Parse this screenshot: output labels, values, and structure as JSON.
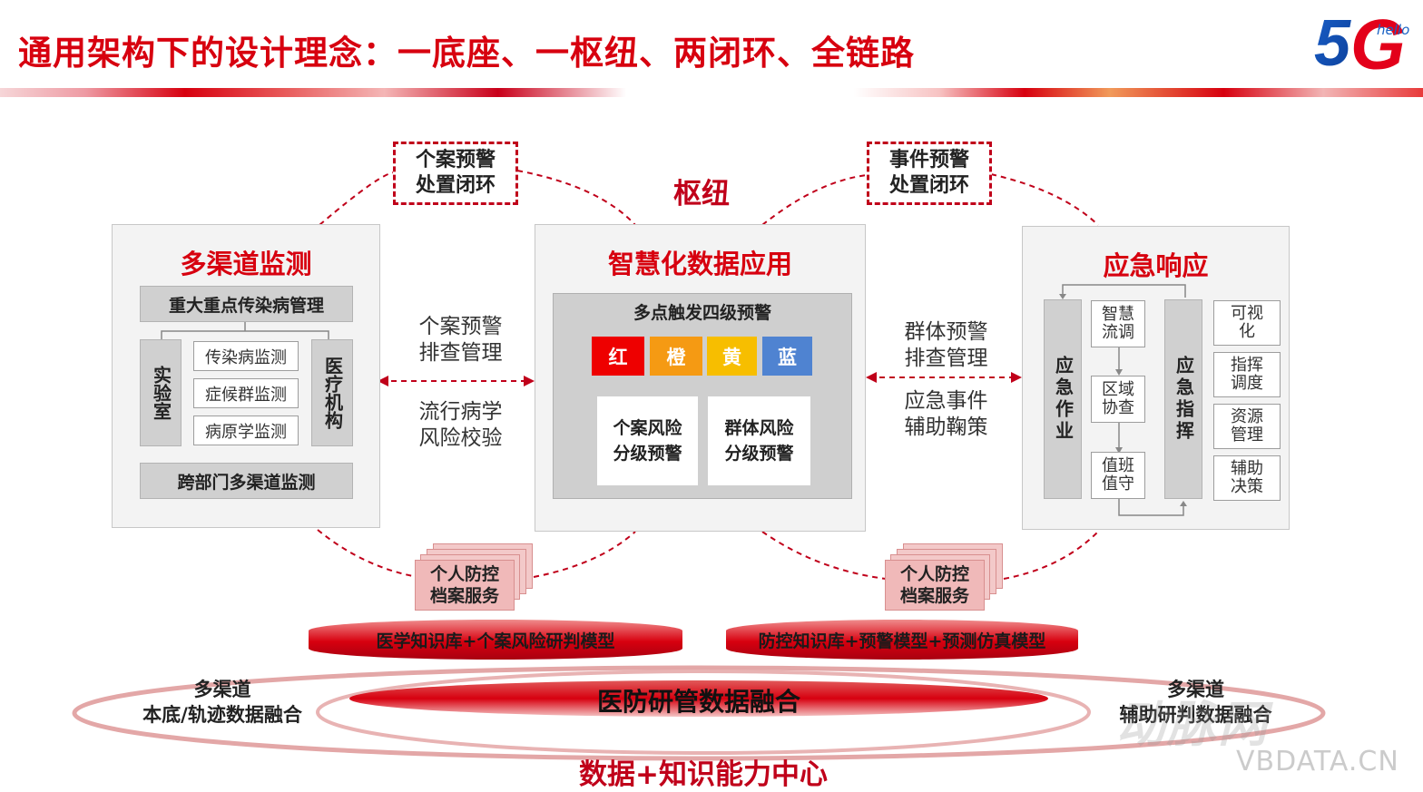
{
  "title": "通用架构下的设计理念：一底座、一枢纽、两闭环、全链路",
  "logo": {
    "main": "5G",
    "sub": "hello"
  },
  "hub_label": "枢纽",
  "loops": {
    "left_box": [
      "个案预警",
      "处置闭环"
    ],
    "right_box": [
      "事件预警",
      "处置闭环"
    ]
  },
  "left_panel": {
    "title": "多渠道监测",
    "top_bar": "重大重点传染病管理",
    "left_vertical": "实验室",
    "right_vertical": "医疗机构",
    "items": [
      "传染病监测",
      "症候群监测",
      "病原学监测"
    ],
    "bottom_bar": "跨部门多渠道监测"
  },
  "left_middle_text": {
    "top": [
      "个案预警",
      "排查管理"
    ],
    "bottom": [
      "流行病学",
      "风险校验"
    ]
  },
  "center_panel": {
    "title": "智慧化数据应用",
    "subtitle": "多点触发四级预警",
    "levels": [
      {
        "label": "红",
        "color": "#ee0000"
      },
      {
        "label": "橙",
        "color": "#f59a13"
      },
      {
        "label": "黄",
        "color": "#f7be00"
      },
      {
        "label": "蓝",
        "color": "#4f83d1"
      }
    ],
    "box_left": [
      "个案风险",
      "分级预警"
    ],
    "box_right": [
      "群体风险",
      "分级预警"
    ]
  },
  "right_middle_text": {
    "top": [
      "群体预警",
      "排查管理"
    ],
    "bottom": [
      "应急事件",
      "辅助鞠策"
    ]
  },
  "right_panel": {
    "title": "应急响应",
    "col_left": "应急作业",
    "col_mid": [
      [
        "智慧",
        "流调"
      ],
      [
        "区域",
        "协查"
      ],
      [
        "值班",
        "值守"
      ]
    ],
    "col_right": "应急指挥",
    "col_far": [
      [
        "可视",
        "化"
      ],
      [
        "指挥",
        "调度"
      ],
      [
        "资源",
        "管理"
      ],
      [
        "辅助",
        "决策"
      ]
    ]
  },
  "archive_left": [
    "个人防控",
    "档案服务"
  ],
  "archive_right": [
    "个人防控",
    "档案服务"
  ],
  "knowledge_left": "医学知识库+个案风险研判模型",
  "knowledge_right": "防控知识库+预警模型+预测仿真模型",
  "base": {
    "left": [
      "多渠道",
      "本底/轨迹数据融合"
    ],
    "center": "医防研管数据融合",
    "right": [
      "多渠道",
      "辅助研判数据融合"
    ],
    "bottom": "数据+知识能力中心"
  },
  "watermark": {
    "logo": "动脉网",
    "url": "VBDATA.CN"
  },
  "colors": {
    "brand_red": "#d7000f",
    "panel_bg": "#f3f3f3",
    "bar_gray": "#d0d0d0"
  }
}
